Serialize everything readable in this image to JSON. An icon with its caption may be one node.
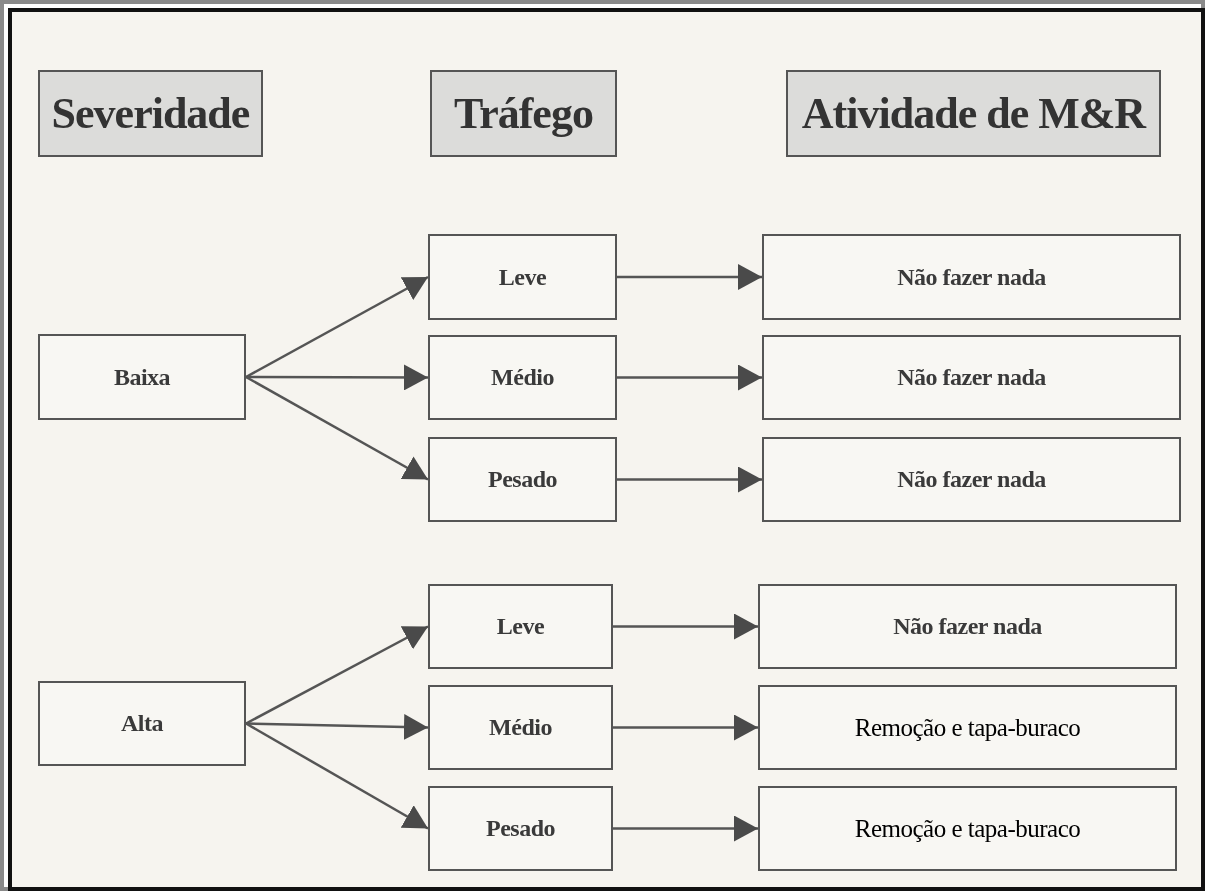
{
  "diagram": {
    "nodes": [
      {
        "text": [
          "Severidade"
        ]
      },
      {
        "text": [
          "Tráfego"
        ]
      },
      {
        "text": [
          "Atividade de M&R"
        ]
      },
      {
        "text": [
          "Baixa"
        ]
      },
      {
        "text": [
          "Leve"
        ]
      },
      {
        "text": [
          "Médio"
        ]
      },
      {
        "text": [
          "Pesado"
        ]
      },
      {
        "text": [
          "Não fazer nada"
        ]
      },
      {
        "text": [
          "Não fazer nada"
        ]
      },
      {
        "text": [
          "Não fazer nada"
        ]
      },
      {
        "text": [
          "Alta"
        ]
      },
      {
        "text": [
          "Leve"
        ]
      },
      {
        "text": [
          "Médio"
        ]
      },
      {
        "text": [
          "Pesado"
        ]
      },
      {
        "text": [
          "Não fazer nada"
        ]
      },
      {
        "text": [
          "Remoção e tapa-buraco"
        ]
      },
      {
        "text": [
          "Remoção e tapa-buraco"
        ]
      }
    ],
    "edges": [
      {
        "from": 3,
        "to": 4,
        "arrow": "to"
      },
      {
        "from": 3,
        "to": 5,
        "arrow": "to"
      },
      {
        "from": 3,
        "to": 6,
        "arrow": "to"
      },
      {
        "from": 4,
        "to": 7,
        "arrow": "to"
      },
      {
        "from": 5,
        "to": 8,
        "arrow": "to"
      },
      {
        "from": 6,
        "to": 9,
        "arrow": "to"
      },
      {
        "from": 10,
        "to": 11,
        "arrow": "to"
      },
      {
        "from": 10,
        "to": 12,
        "arrow": "to"
      },
      {
        "from": 10,
        "to": 13,
        "arrow": "to"
      },
      {
        "from": 11,
        "to": 14,
        "arrow": "to"
      },
      {
        "from": 12,
        "to": 15,
        "arrow": "to"
      },
      {
        "from": 13,
        "to": 16,
        "arrow": "to"
      }
    ]
  }
}
